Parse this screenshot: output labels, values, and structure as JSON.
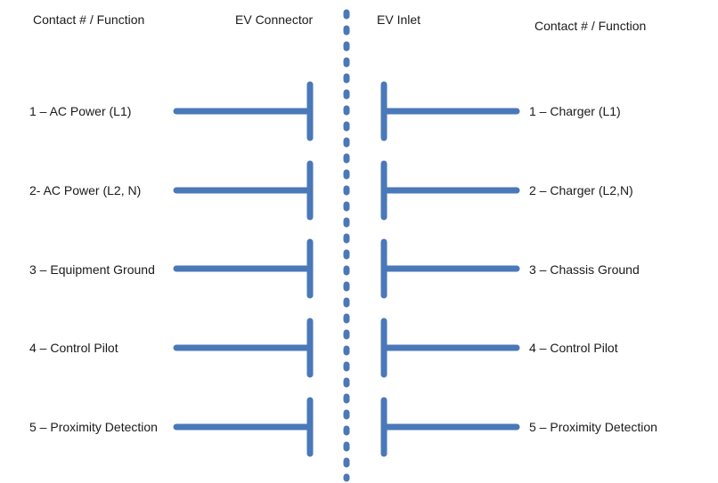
{
  "headers": {
    "left_function": "Contact # / Function",
    "connector": "EV Connector",
    "inlet": "EV Inlet",
    "right_function": "Contact # / Function"
  },
  "contacts": [
    {
      "left": "1 – AC Power (L1)",
      "right": "1 – Charger (L1)"
    },
    {
      "left": "2- AC Power (L2, N)",
      "right": "2 – Charger (L2,N)"
    },
    {
      "left": "3 – Equipment Ground",
      "right": "3 – Chassis Ground"
    },
    {
      "left": "4 – Control Pilot",
      "right": "4 – Control Pilot"
    },
    {
      "left": "5 – Proximity Detection",
      "right": "5 – Proximity Detection"
    }
  ],
  "colors": {
    "line": "#4a78b8"
  }
}
